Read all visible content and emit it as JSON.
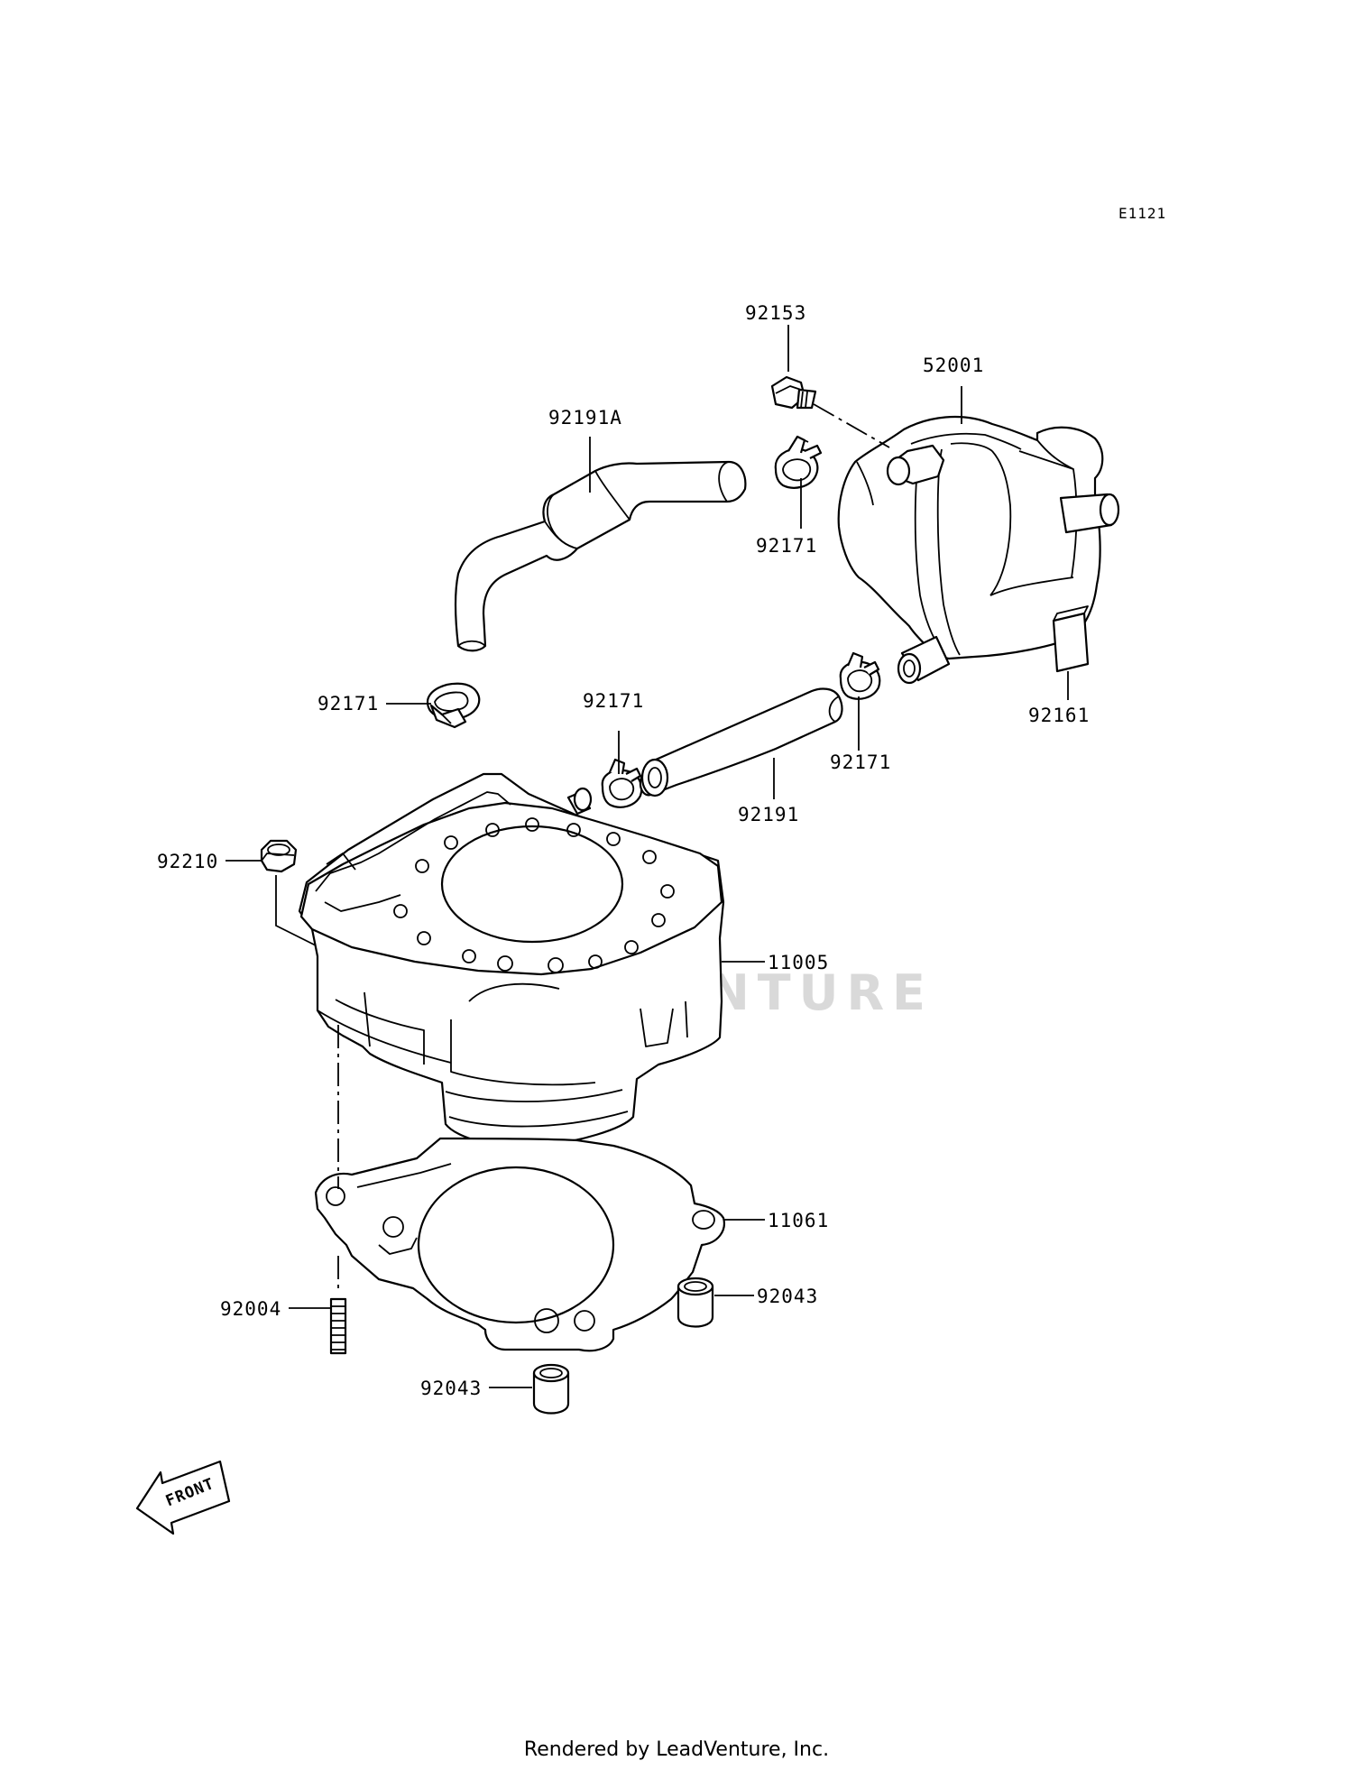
{
  "diagram_code": "E1121",
  "watermark": "LEADVENTURE",
  "front_label": "FRONT",
  "footer": "Rendered by LeadVenture, Inc.",
  "callouts": {
    "p92153": "92153",
    "p52001": "52001",
    "p92191A": "92191A",
    "p92171_upper": "92171",
    "p92171_left": "92171",
    "p92171_mid": "92171",
    "p92171_right": "92171",
    "p92161": "92161",
    "p92191": "92191",
    "p92210": "92210",
    "p11005": "11005",
    "p11061": "11061",
    "p92004": "92004",
    "p92043_right": "92043",
    "p92043_bottom": "92043"
  }
}
